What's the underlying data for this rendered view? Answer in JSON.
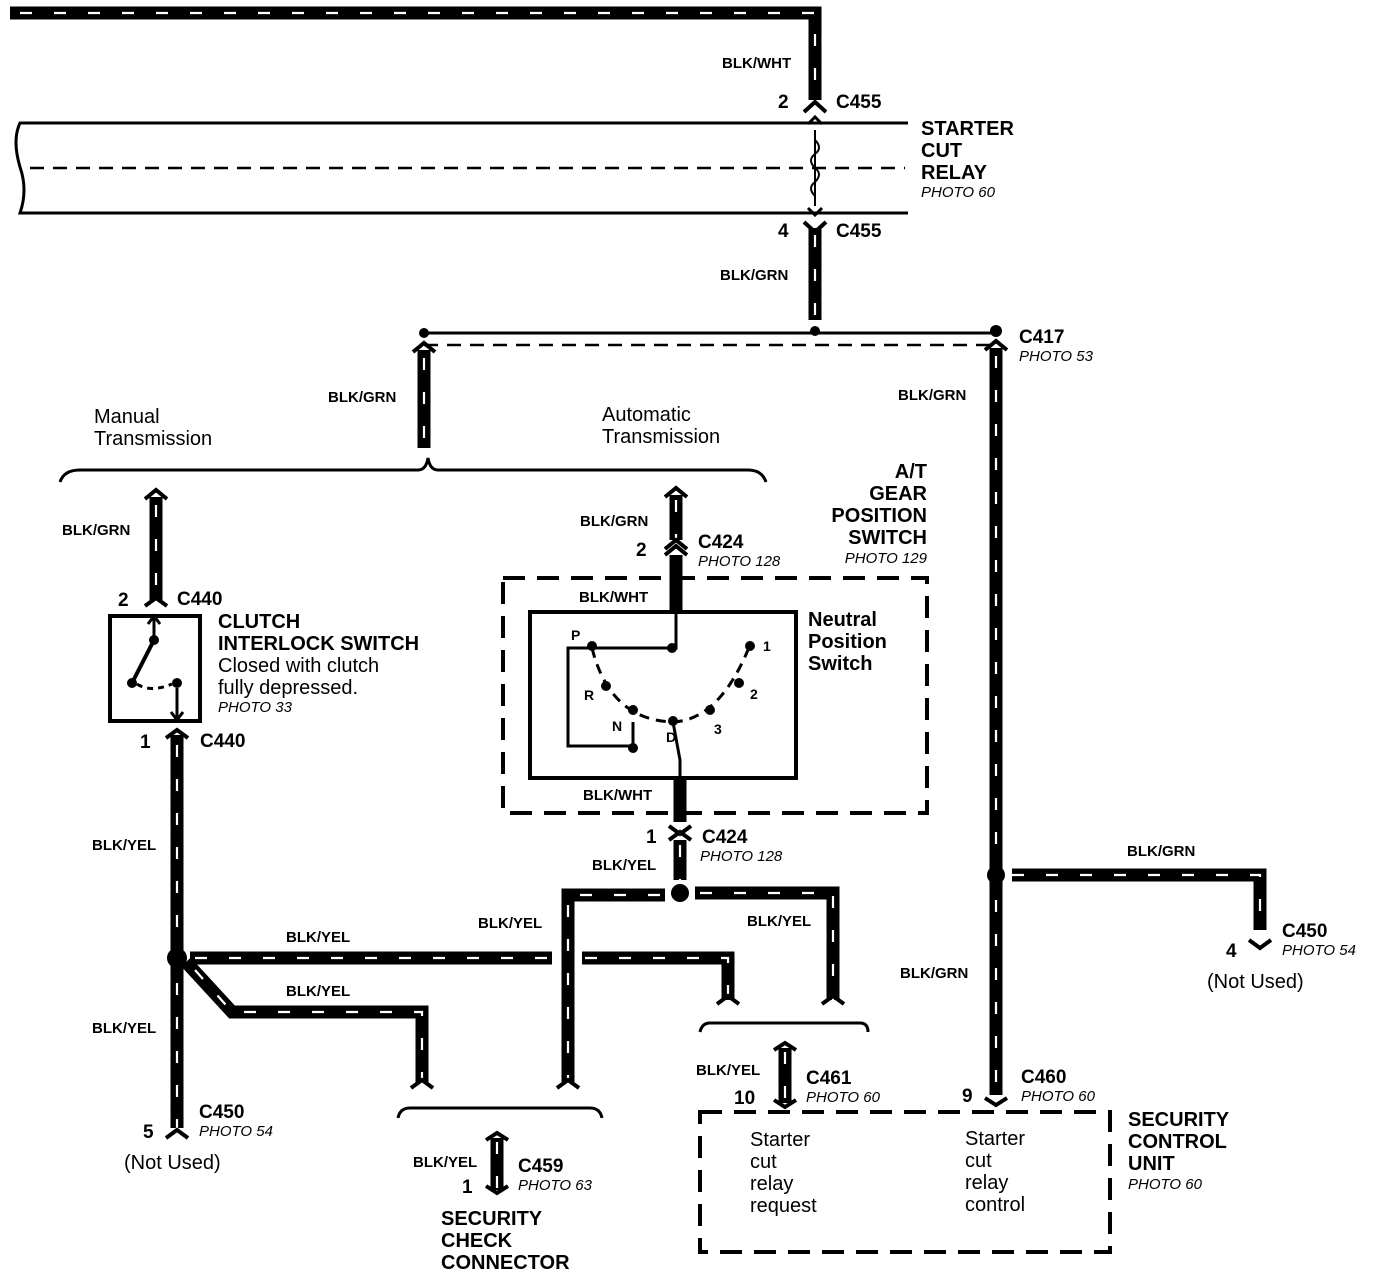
{
  "wires": {
    "blk_wht": "BLK/WHT",
    "blk_grn": "BLK/GRN",
    "blk_yel": "BLK/YEL"
  },
  "connectors": {
    "c455": "C455",
    "c417": "C417",
    "c424": "C424",
    "c440": "C440",
    "c450": "C450",
    "c459": "C459",
    "c460": "C460",
    "c461": "C461"
  },
  "pins": {
    "p1": "1",
    "p2": "2",
    "p4": "4",
    "p5": "5",
    "p9": "9",
    "p10": "10"
  },
  "photos": {
    "photo_60": "PHOTO 60",
    "photo_53": "PHOTO 53",
    "photo_128": "PHOTO 128",
    "photo_129": "PHOTO 129",
    "photo_33": "PHOTO 33",
    "photo_54": "PHOTO 54",
    "photo_63": "PHOTO 63"
  },
  "components": {
    "starter_cut_relay": [
      "STARTER",
      "CUT",
      "RELAY"
    ],
    "at_gear_position_switch": [
      "A/T",
      "GEAR",
      "POSITION",
      "SWITCH"
    ],
    "neutral_position_switch": [
      "Neutral",
      "Position",
      "Switch"
    ],
    "clutch_interlock_switch": [
      "CLUTCH",
      "INTERLOCK SWITCH"
    ],
    "clutch_note": [
      "Closed with clutch",
      "fully depressed."
    ],
    "security_check_connector": [
      "SECURITY",
      "CHECK",
      "CONNECTOR"
    ],
    "security_control_unit": [
      "SECURITY",
      "CONTROL",
      "UNIT"
    ]
  },
  "branches": {
    "manual": [
      "Manual",
      "Transmission"
    ],
    "automatic": [
      "Automatic",
      "Transmission"
    ]
  },
  "not_used": "(Not Used)",
  "gear_positions": {
    "p": "P",
    "r": "R",
    "n": "N",
    "d": "D",
    "g1": "1",
    "g2": "2",
    "g3": "3"
  },
  "scu_terminals": {
    "request": [
      "Starter",
      "cut",
      "relay",
      "request"
    ],
    "control": [
      "Starter",
      "cut",
      "relay",
      "control"
    ]
  }
}
